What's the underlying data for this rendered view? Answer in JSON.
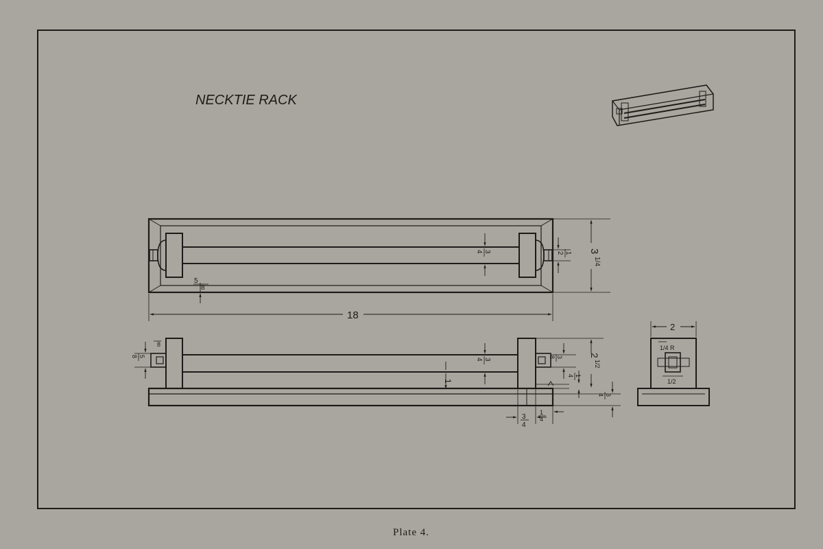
{
  "drawing": {
    "title": "NECKTIE RACK",
    "caption": "Plate 4."
  },
  "dimensions": {
    "overall_length": "18",
    "top_width_whole": "3",
    "top_width_frac": "1/4",
    "top_rod_num": "3",
    "top_rod_den": "4",
    "top_peg_num": "1",
    "top_peg_den": "2",
    "top_inset_num": "5",
    "top_inset_den": "8",
    "front_rod_num": "3",
    "front_rod_den": "4",
    "front_rod_height": "1",
    "front_peg_num": "3",
    "front_peg_den": "8",
    "front_peg_left_num": "5",
    "front_peg_left_den": "8",
    "front_base_gap_num": "1",
    "front_base_gap_den": "4",
    "front_total_height_whole": "2",
    "front_total_height_frac": "1/2",
    "front_base_thick_num": "3",
    "front_base_thick_den": "4",
    "front_bottom_num": "3",
    "front_bottom_den": "4",
    "front_bottom2_num": "1",
    "front_bottom2_den": "4",
    "end_width": "2",
    "end_detail_top": "1/4 R",
    "end_detail_bottom": "1/2"
  }
}
